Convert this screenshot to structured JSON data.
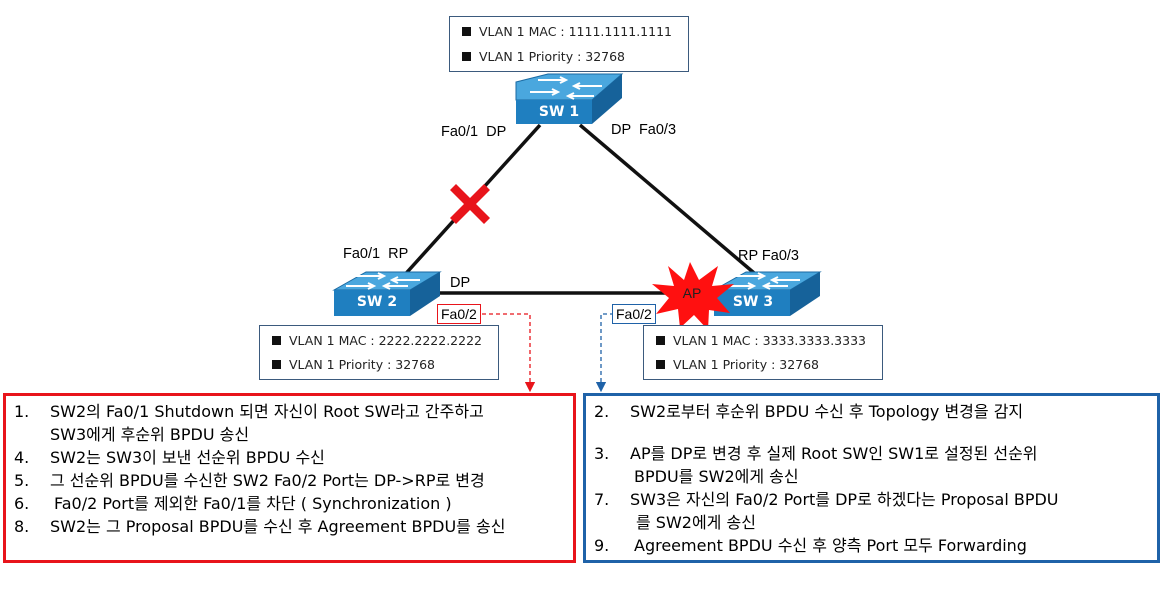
{
  "sw1": {
    "name": "SW 1",
    "info": [
      "VLAN 1 MAC : 1111.1111.1111",
      "VLAN 1 Priority : 32768"
    ]
  },
  "sw2": {
    "name": "SW 2",
    "info": [
      "VLAN 1 MAC : 2222.2222.2222",
      "VLAN 1 Priority : 32768"
    ]
  },
  "sw3": {
    "name": "SW 3",
    "info": [
      "VLAN 1 MAC : 3333.3333.3333",
      "VLAN 1 Priority : 32768"
    ]
  },
  "ports": {
    "sw1_fa01": "Fa0/1  DP",
    "sw1_fa03": "DP  Fa0/3",
    "sw2_fa01": "Fa0/1  RP",
    "sw2_fa02_dp": "DP",
    "sw3_fa03": "RP Fa0/3",
    "sw2_fa02_box": "Fa0/2",
    "sw3_fa02_box": "Fa0/2",
    "ap_burst": "AP"
  },
  "colors": {
    "switch_body": "#1f7fc0",
    "switch_top": "#4aa7de",
    "red": "#e8141b",
    "blue": "#1f62a8",
    "link": "#111111"
  },
  "left_list": [
    {
      "num": "1.",
      "text": "SW2의 Fa0/1 Shutdown 되면 자신이 Root SW라고 간주하고"
    },
    {
      "num": "",
      "text": "SW3에게 후순위 BPDU 송신"
    },
    {
      "num": "4.",
      "text": "SW2는 SW3이 보낸 선순위 BPDU 수신"
    },
    {
      "num": "5.",
      "text": "그 선순위 BPDU를 수신한 SW2 Fa0/2 Port는 DP->RP로 변경"
    },
    {
      "num": "6.",
      "text": "Fa0/2 Port를 제외한 Fa0/1를 차단 ( Synchronization )"
    },
    {
      "num": "8.",
      "text": "SW2는 그 Proposal BPDU를 수신 후 Agreement BPDU를 송신"
    }
  ],
  "right_list": [
    {
      "num": "2.",
      "text": "SW2로부터 후순위 BPDU 수신 후 Topology 변경을 감지"
    },
    {
      "num": "3.",
      "text": "AP를 DP로 변경 후 실제 Root SW인 SW1로 설정된 선순위"
    },
    {
      "num": "",
      "text": "BPDU를 SW2에게 송신"
    },
    {
      "num": "7.",
      "text": "SW3은 자신의 Fa0/2 Port를 DP로 하겠다는 Proposal BPDU"
    },
    {
      "num": "",
      "text": "를 SW2에게 송신"
    },
    {
      "num": "9.",
      "text": "Agreement BPDU 수신 후 양측 Port 모두 Forwarding"
    }
  ]
}
